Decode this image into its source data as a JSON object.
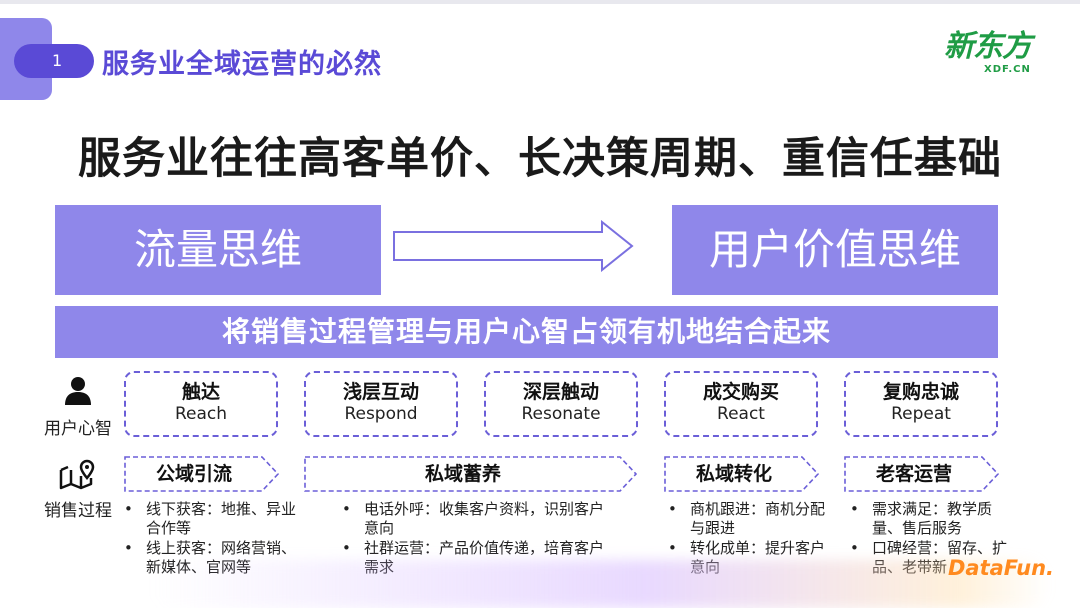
{
  "section": {
    "number": "1",
    "title": "服务业全域运营的必然"
  },
  "logo": {
    "brand_cn": "新东方",
    "brand_en": "XDF.CN"
  },
  "headline": "服务业往往高客单价、长决策周期、重信任基础",
  "from_box": "流量思维",
  "to_box": "用户价值思维",
  "banner": "将销售过程管理与用户心智占领有机地结合起来",
  "rows": {
    "mind": "用户心智",
    "sales": "销售过程"
  },
  "stages": [
    {
      "cn": "触达",
      "en": "Reach"
    },
    {
      "cn": "浅层互动",
      "en": "Respond"
    },
    {
      "cn": "深层触动",
      "en": "Resonate"
    },
    {
      "cn": "成交购买",
      "en": "React"
    },
    {
      "cn": "复购忠诚",
      "en": "Repeat"
    }
  ],
  "processes": [
    {
      "label": "公域引流",
      "bullets": [
        "线下获客：地推、异业合作等",
        "线上获客：网络营销、新媒体、官网等"
      ]
    },
    {
      "label": "私域蓄养",
      "bullets": [
        "电话外呼：收集客户资料，识别客户意向",
        "社群运营：产品价值传递，培育客户需求"
      ]
    },
    {
      "label": "私域转化",
      "bullets": [
        "商机跟进：商机分配与跟进",
        "转化成单：提升客户意向"
      ]
    },
    {
      "label": "老客运营",
      "bullets": [
        "需求满足：教学质量、售后服务",
        "口碑经营：留存、扩品、老带新"
      ]
    }
  ],
  "watermark": "DataFun.",
  "colors": {
    "accent": "#8f87ea",
    "accent_dark": "#5a4ad6",
    "brand_green": "#1f9c45",
    "watermark": "#ff8a1f"
  },
  "icons": {
    "mind": "user-icon",
    "sales": "map-pin-icon",
    "flow": "right-arrow-icon"
  }
}
